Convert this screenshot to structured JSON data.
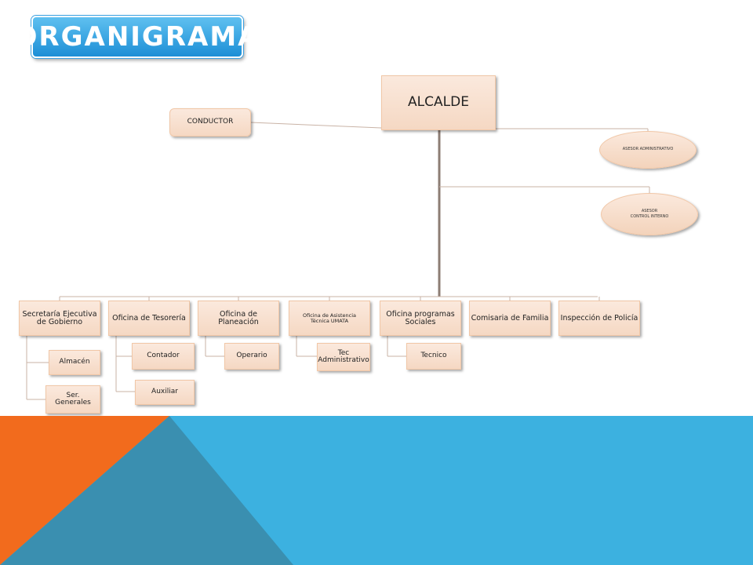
{
  "title": "ORGANIGRAMA",
  "head": "ALCALDE",
  "advisors": {
    "driver": "CONDUCTOR",
    "admin": "ASESOR ADMINISTRATIVO",
    "internal_l1": "ASESOR",
    "internal_l2": "CONTROL INTERNO"
  },
  "departments": [
    {
      "label": "Secretaría Ejecutiva de Gobierno",
      "children": [
        "Almacén",
        "Ser. Generales"
      ]
    },
    {
      "label": "Oficina de Tesorería",
      "children": [
        "Contador",
        "Auxiliar"
      ]
    },
    {
      "label": "Oficina de Planeación",
      "children": [
        "Operario"
      ]
    },
    {
      "label": "Oficina de Asistencia Técnica UMATA",
      "children": [
        "Tec Administrativo"
      ]
    },
    {
      "label": "Oficina programas Sociales",
      "children": [
        "Tecnico"
      ]
    },
    {
      "label": "Comisaria de Familia",
      "children": []
    },
    {
      "label": "Inspección de Policía",
      "children": []
    }
  ],
  "colors": {
    "box_fill": "#f8e2d2",
    "box_border": "#f1c7a7",
    "title_blue": "#2a9ee0",
    "banner_blue": "#3cb1e0",
    "banner_orange": "#f26b1d",
    "banner_teal": "#3a8fb0"
  }
}
